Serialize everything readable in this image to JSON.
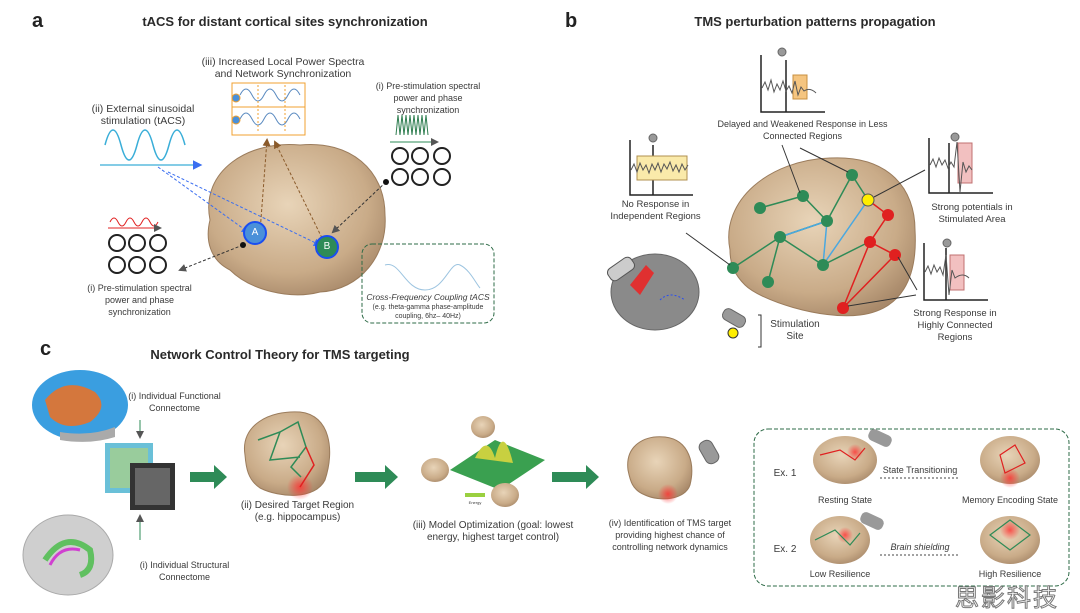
{
  "panel_a": {
    "label": "a",
    "title": "tACS for distant cortical sites synchronization",
    "increased_power": "(iii) Increased Local Power Spectra and Network Synchronization",
    "external_stim": "(ii) External sinusoidal stimulation (tACS)",
    "pre_stim_right": "(i) Pre-stimulation spectral power and phase synchronization",
    "pre_stim_left": "(i) Pre-stimulation spectral power and phase synchronization",
    "node_a": "A",
    "node_b": "B",
    "cfc_title": "Cross-Frequency Coupling tACS",
    "cfc_note": "(e.g. theta-gamma phase-amplitude coupling, 6hz– 40Hz)",
    "colors": {
      "node_a": "#4a90d9",
      "node_b": "#2e8b57",
      "sine": "#3aaed8",
      "box": "#f0a030"
    }
  },
  "panel_b": {
    "label": "b",
    "title": "TMS perturbation patterns propagation",
    "delayed": "Delayed and Weakened Response in Less Connected Regions",
    "no_response": "No Response in Independent Regions",
    "strong_potentials": "Strong potentials in Stimulated Area",
    "strong_response": "Strong Response in Highly Connected Regions",
    "stim_site": "Stimulation Site",
    "colors": {
      "network": "#2e8b57",
      "path": "#e02020",
      "link": "#4aa8e0",
      "site": "#ffee00"
    }
  },
  "panel_c": {
    "label": "c",
    "title": "Network Control Theory for TMS targeting",
    "functional": "(i) Individual Functional Connectome",
    "structural": "(i) Individual Structural Connectome",
    "target": "(ii) Desired Target Region (e.g. hippocampus)",
    "optimization": "(iii) Model Optimization (goal: lowest energy, highest target control)",
    "identification": "(iv) Identification of TMS target providing highest chance of controlling network dynamics",
    "energy_label": "Energy",
    "examples": {
      "ex1": "Ex. 1",
      "ex2": "Ex. 2",
      "resting": "Resting State",
      "transition": "State Transitioning",
      "memory": "Memory Encoding State",
      "low": "Low Resilience",
      "shielding": "Brain shielding",
      "high": "High Resilience"
    }
  },
  "watermark": "思影科技"
}
